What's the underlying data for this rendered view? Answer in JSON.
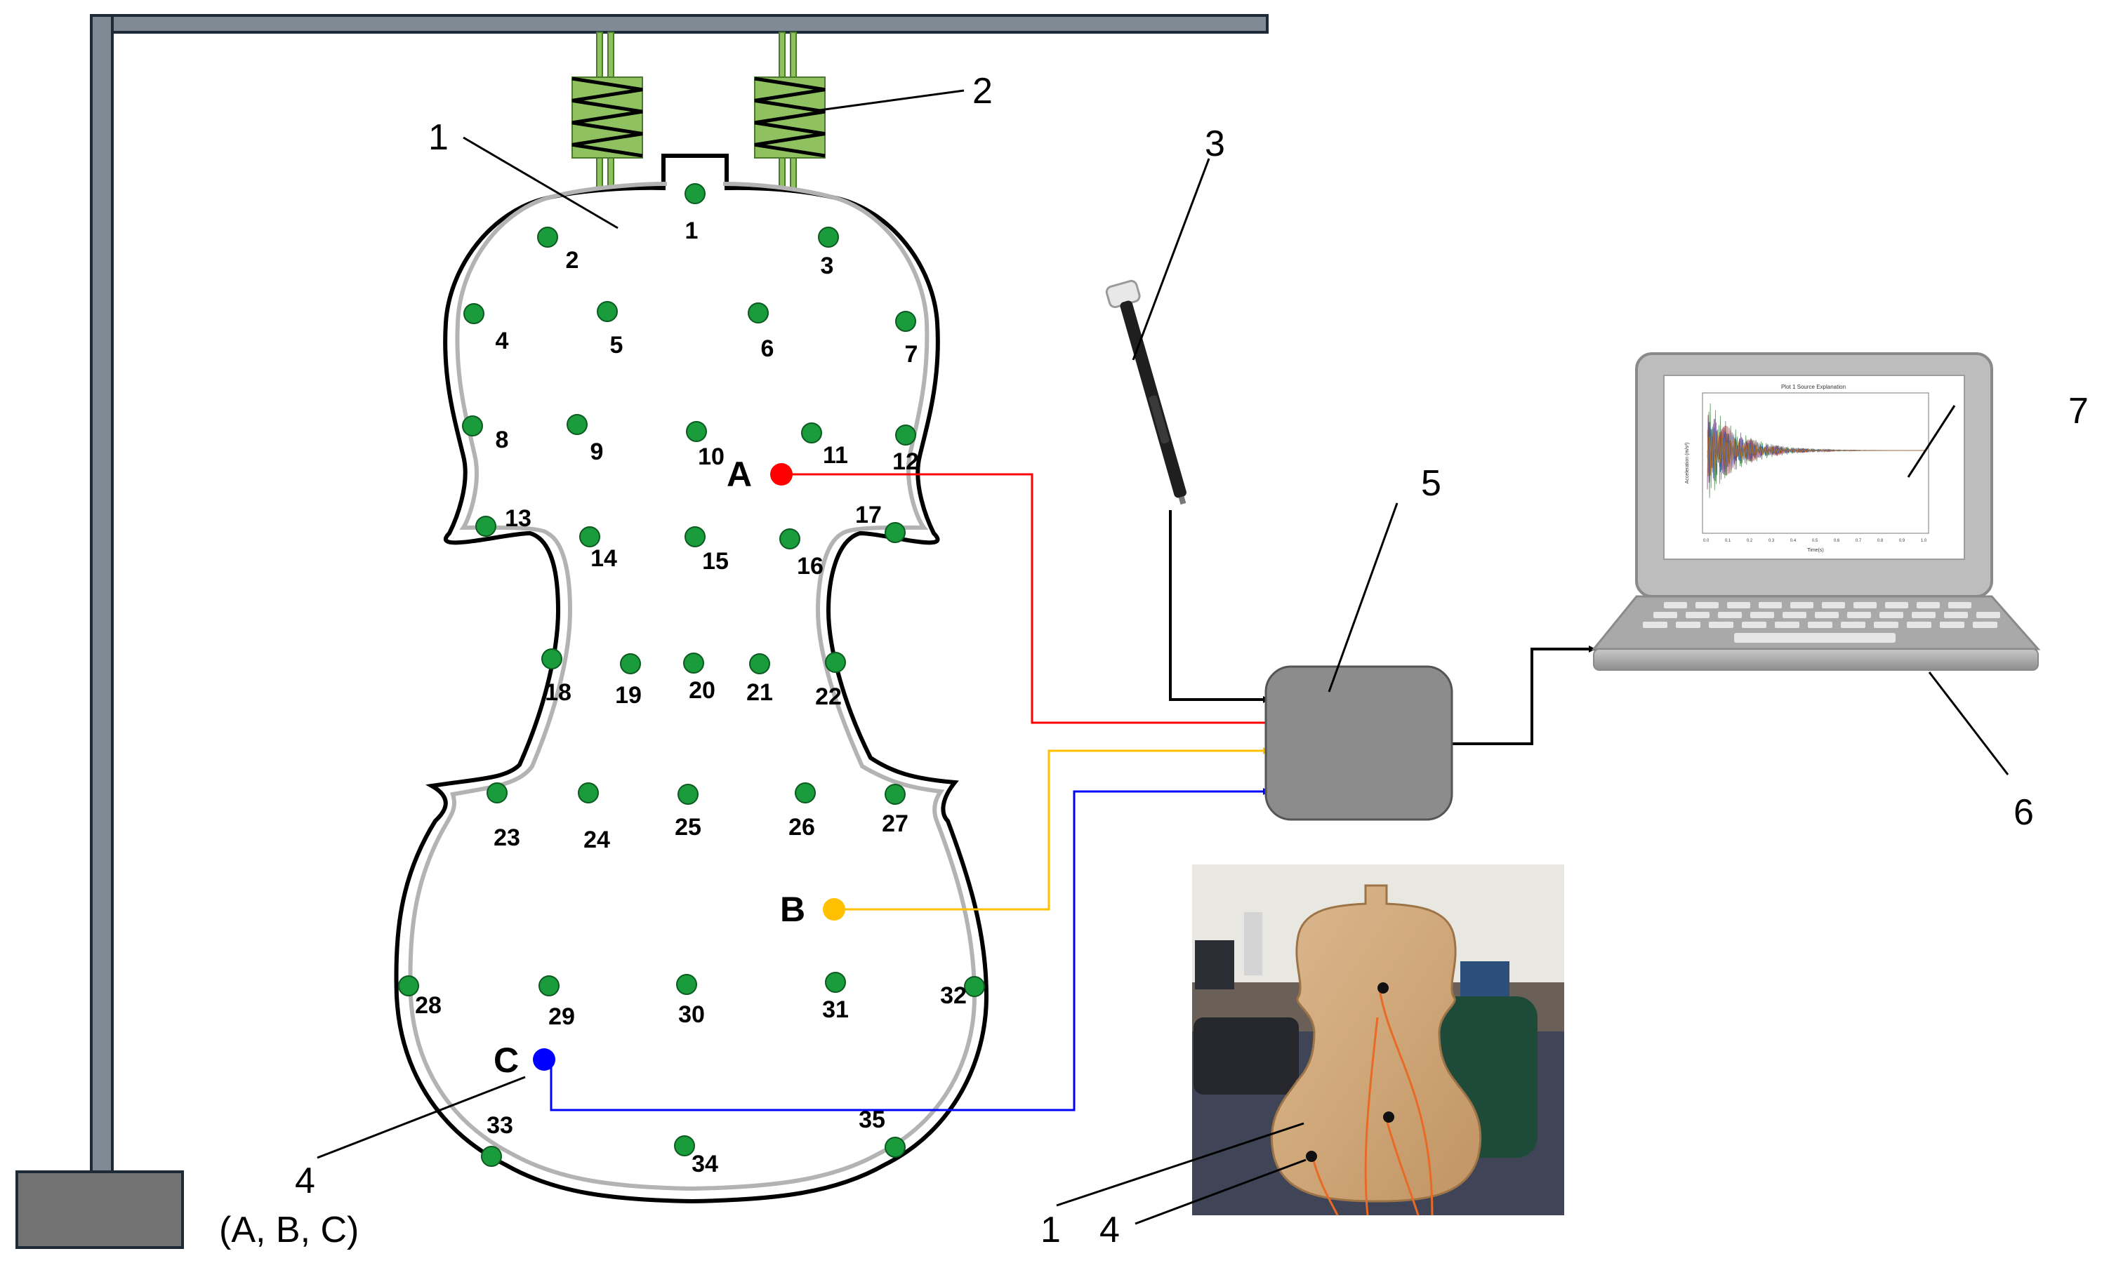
{
  "callouts": {
    "body_plate": "1",
    "springs": "2",
    "hammer": "3",
    "accelerometer": "4",
    "accelerometer_sub": "(A, B, C)",
    "daq": "5",
    "laptop": "6",
    "screen": "7",
    "photo_plate": "1",
    "photo_sensor": "4"
  },
  "sensors": {
    "a": {
      "label": "A",
      "color": "#ff0000"
    },
    "b": {
      "label": "B",
      "color": "#ffc000"
    },
    "c": {
      "label": "C",
      "color": "#0000ff"
    }
  },
  "point_color": "#1a9c3c",
  "spring_color": "#8fc160",
  "frame_color": "#3b4f63",
  "points": [
    "1",
    "2",
    "3",
    "4",
    "5",
    "6",
    "7",
    "8",
    "9",
    "10",
    "11",
    "12",
    "13",
    "14",
    "15",
    "16",
    "17",
    "18",
    "19",
    "20",
    "21",
    "22",
    "23",
    "24",
    "25",
    "26",
    "27",
    "28",
    "29",
    "30",
    "31",
    "32",
    "33",
    "34",
    "35"
  ],
  "screen_plot": {
    "title": "Plot 1 Source Explanation",
    "xlabel": "Time(s)",
    "ylabel": "Acceleration (m/s²)",
    "xticks": [
      "0.0",
      "0.1",
      "0.2",
      "0.3",
      "0.4",
      "0.5",
      "0.6",
      "0.7",
      "0.8",
      "0.9",
      "1.0"
    ]
  }
}
